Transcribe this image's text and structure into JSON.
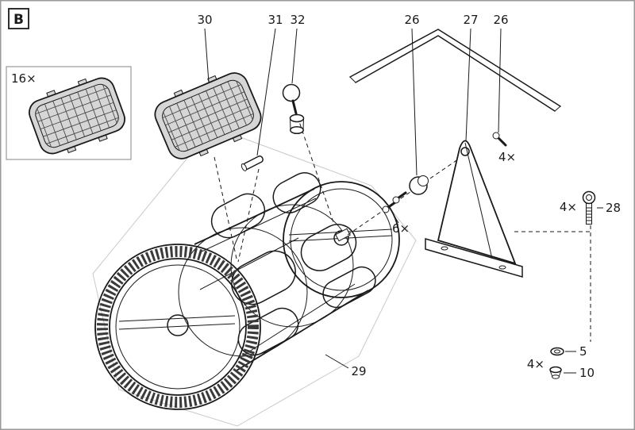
{
  "figure": {
    "letter": "B"
  },
  "labels": {
    "qty_inset": "16×",
    "p30": "30",
    "p31": "31",
    "p32": "32",
    "p26a": "26",
    "p27": "27",
    "p26b": "26",
    "qty_bracket_screws": "4×",
    "qty_bolt28": "4×",
    "p28": "28",
    "qty_axle_screws": "6×",
    "p29": "29",
    "qty_foot_parts": "4×",
    "p5": "5",
    "p10": "10"
  },
  "colors": {
    "line": "#1a1a1a",
    "faint": "#c9c9c9",
    "panel-fill": "#d6d6d6",
    "mesh": "#4a4a4a",
    "border": "#9a9a9a",
    "teeth": "#3a3a3a"
  }
}
